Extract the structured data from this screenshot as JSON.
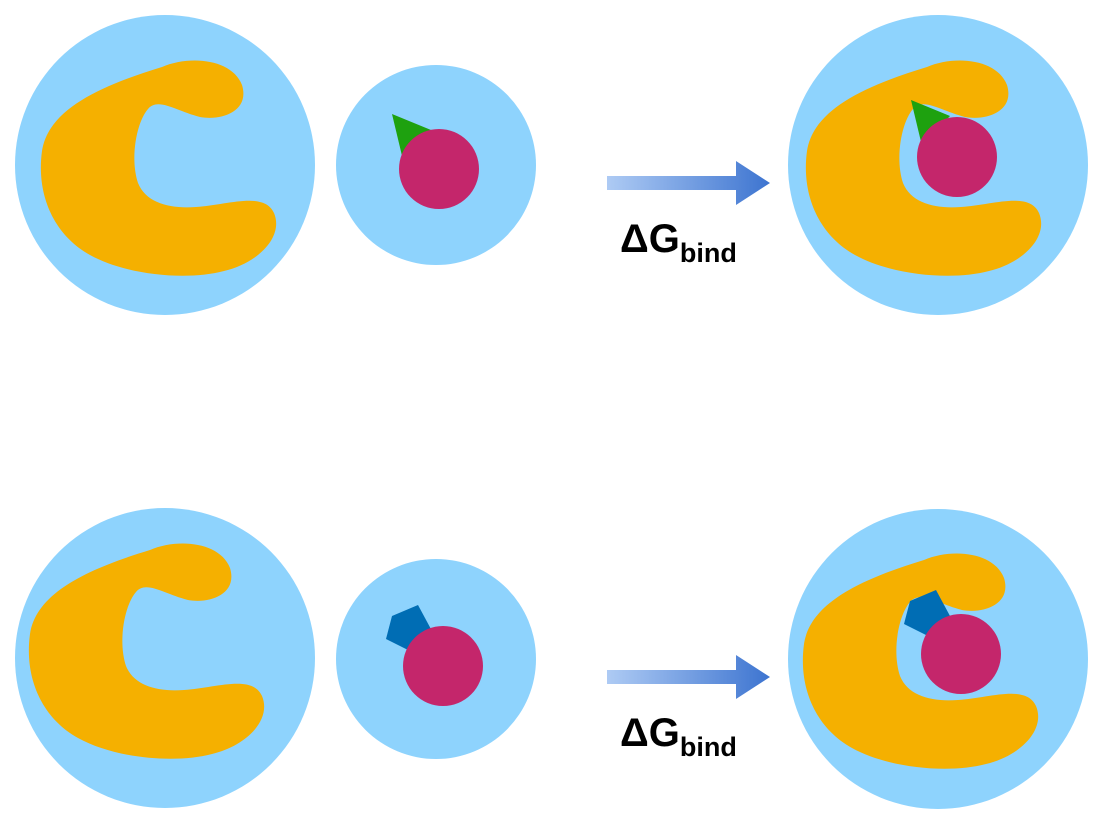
{
  "colors": {
    "solvent": "#8ed3fd",
    "receptor": "#f5b000",
    "ligand_core": "#c4266b",
    "group_triangle": "#1ea10f",
    "group_pentagon": "#006db4",
    "arrow_light": "#aecbf4",
    "arrow_dark": "#3d74d0",
    "text": "#000000"
  },
  "icons": {
    "receptor": "c-shaped-receptor-icon",
    "ligand_1_group": "triangle-icon",
    "ligand_2_group": "pentagon-icon",
    "arrow": "right-arrow-icon"
  },
  "rows": [
    {
      "label_main": "ΔG",
      "label_sub": "bind",
      "ligand_group": "triangle"
    },
    {
      "label_main": "ΔG",
      "label_sub": "bind",
      "ligand_group": "pentagon"
    }
  ]
}
